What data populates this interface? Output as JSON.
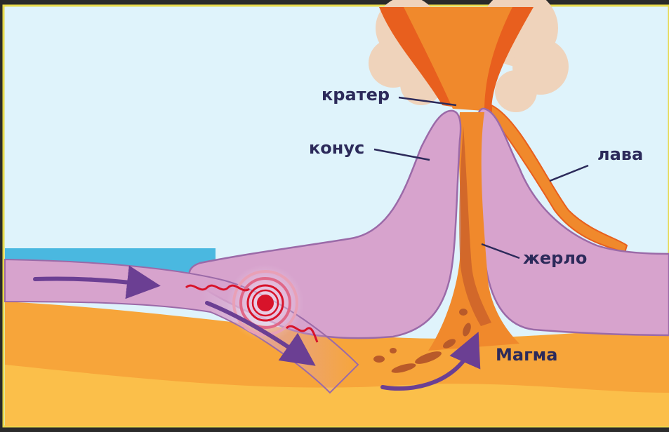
{
  "labels": {
    "crater": "кратер",
    "cone": "конус",
    "lava": "лава",
    "vent": "жерло",
    "magma": "Магма"
  },
  "colors": {
    "frame": "#2a2a2a",
    "border": "#e6d84a",
    "sky": "#dff3fb",
    "ocean": "#4ab8e0",
    "mantle": "#f7a53a",
    "mantle_light": "#fbbf4a",
    "crust": "#d7a3cd",
    "crust_stroke": "#9b6aa8",
    "lava": "#f0892c",
    "lava_dark": "#e85f1e",
    "smoke": "#efd3bb",
    "arrow": "#6b3f93",
    "quake": "#d8132a",
    "label_text": "#2c2a5a"
  }
}
